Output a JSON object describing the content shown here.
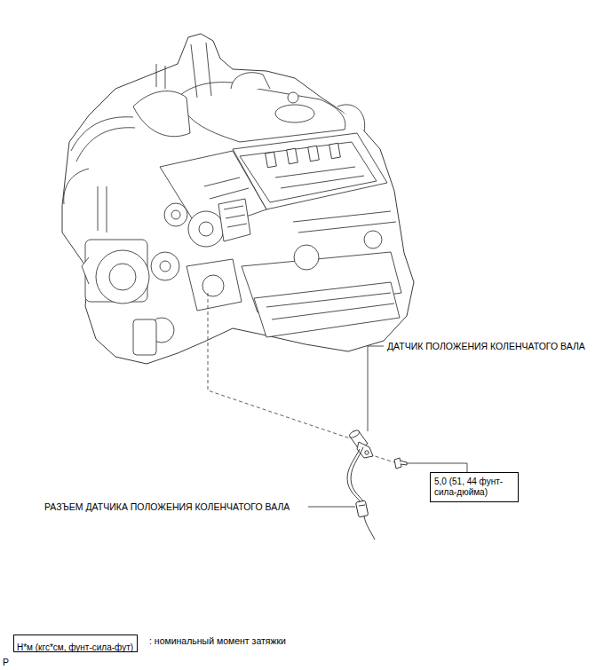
{
  "diagram": {
    "nodes": [
      {
        "text": [
          "5,0 (51, 44 фунт-сила-дюйма)"
        ]
      },
      {
        "text": [
          "Н*м (кгс*см, фунт-сила-фут)"
        ]
      }
    ],
    "labels": [
      "ДАТЧИК ПОЛОЖЕНИЯ КОЛЕНЧАТОГО ВАЛА",
      "РАЗЪЕМ ДАТЧИКА ПОЛОЖЕНИЯ КОЛЕНЧАТОГО ВАЛА",
      ": номинальный момент затяжки",
      "P"
    ]
  }
}
